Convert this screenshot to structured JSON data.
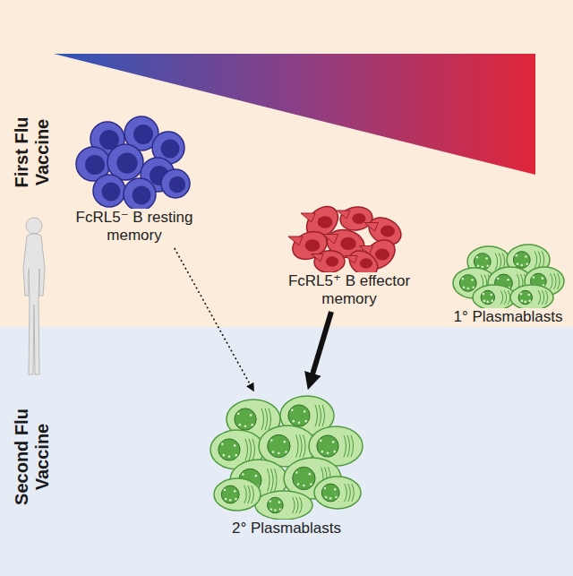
{
  "diagram": {
    "nodes": [
      {
        "text": [
          "FcRL5⁻ B resting memory"
        ]
      },
      {
        "text": [
          "FcRL5⁺ B effector memory"
        ]
      },
      {
        "text": [
          "1° Plasmablasts"
        ]
      },
      {
        "text": [
          "2° Plasmablasts"
        ]
      }
    ],
    "edges": [
      {
        "from": 0,
        "to": 3,
        "arrow": "to"
      },
      {
        "from": 1,
        "to": 3,
        "arrow": "to"
      }
    ],
    "labels": [
      "First Flu Vaccine",
      "Second Flu Vaccine"
    ]
  }
}
